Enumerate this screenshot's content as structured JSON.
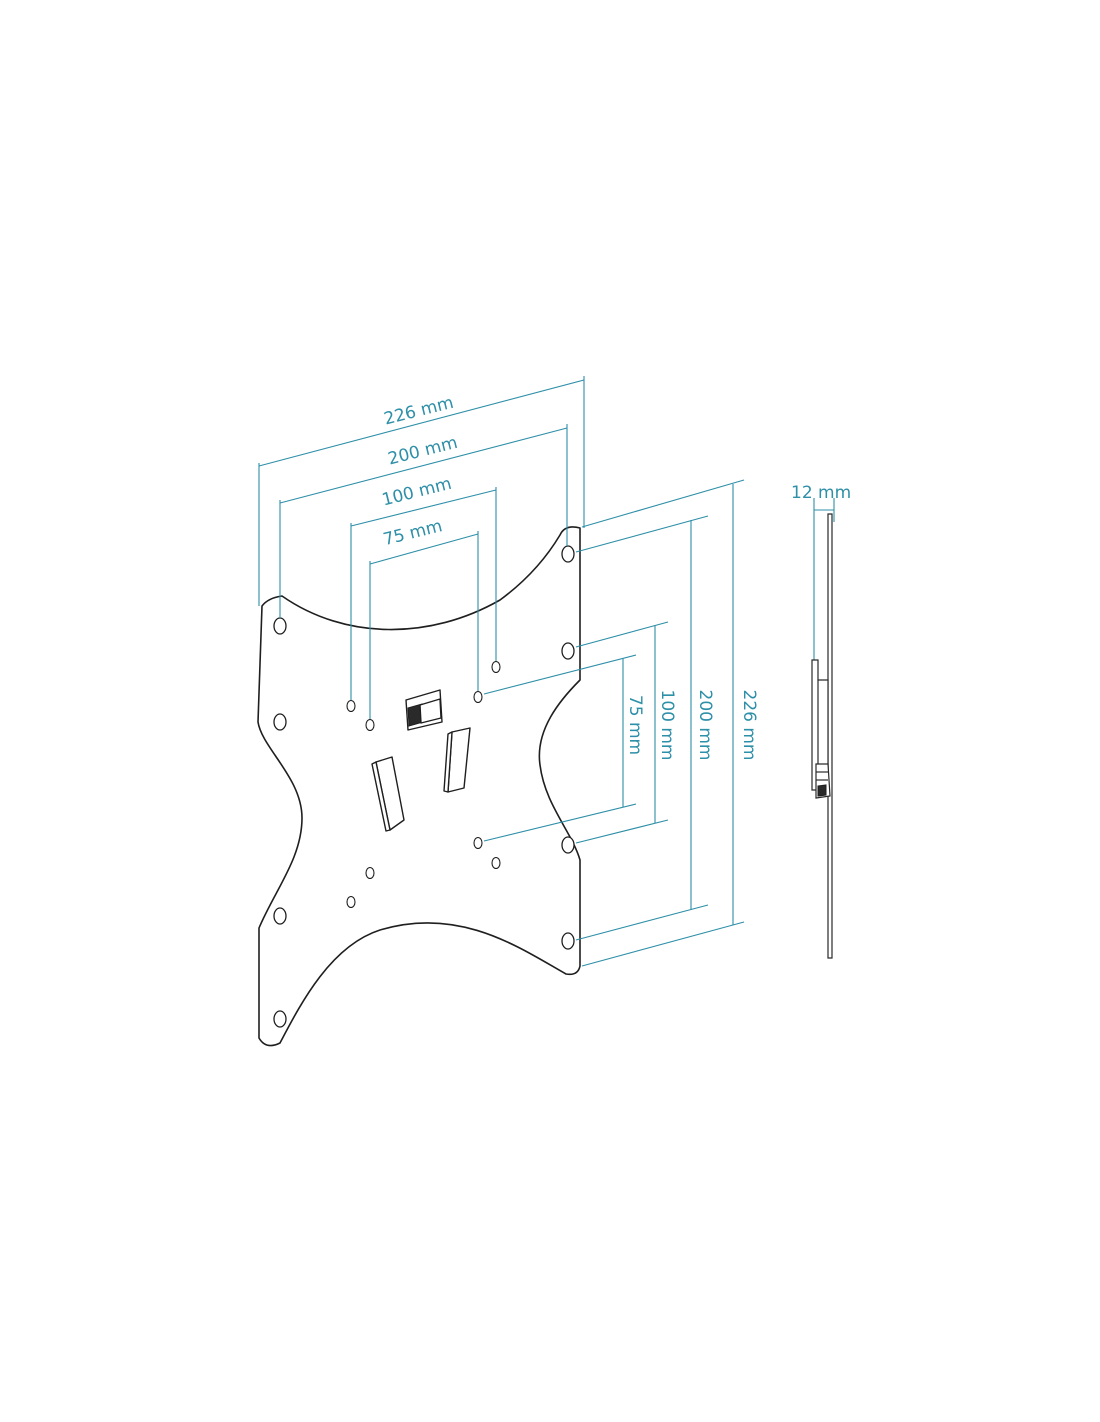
{
  "dimensions": {
    "width_226": "226 mm",
    "width_200": "200 mm",
    "width_100": "100 mm",
    "width_75": "75 mm",
    "height_75": "75 mm",
    "height_100": "100 mm",
    "height_200": "200 mm",
    "height_226": "226 mm",
    "thickness": "12 mm"
  },
  "colors": {
    "dimension_line": "#2e8fa8",
    "drawing_line": "#1f1f1f",
    "background": "#ffffff"
  }
}
